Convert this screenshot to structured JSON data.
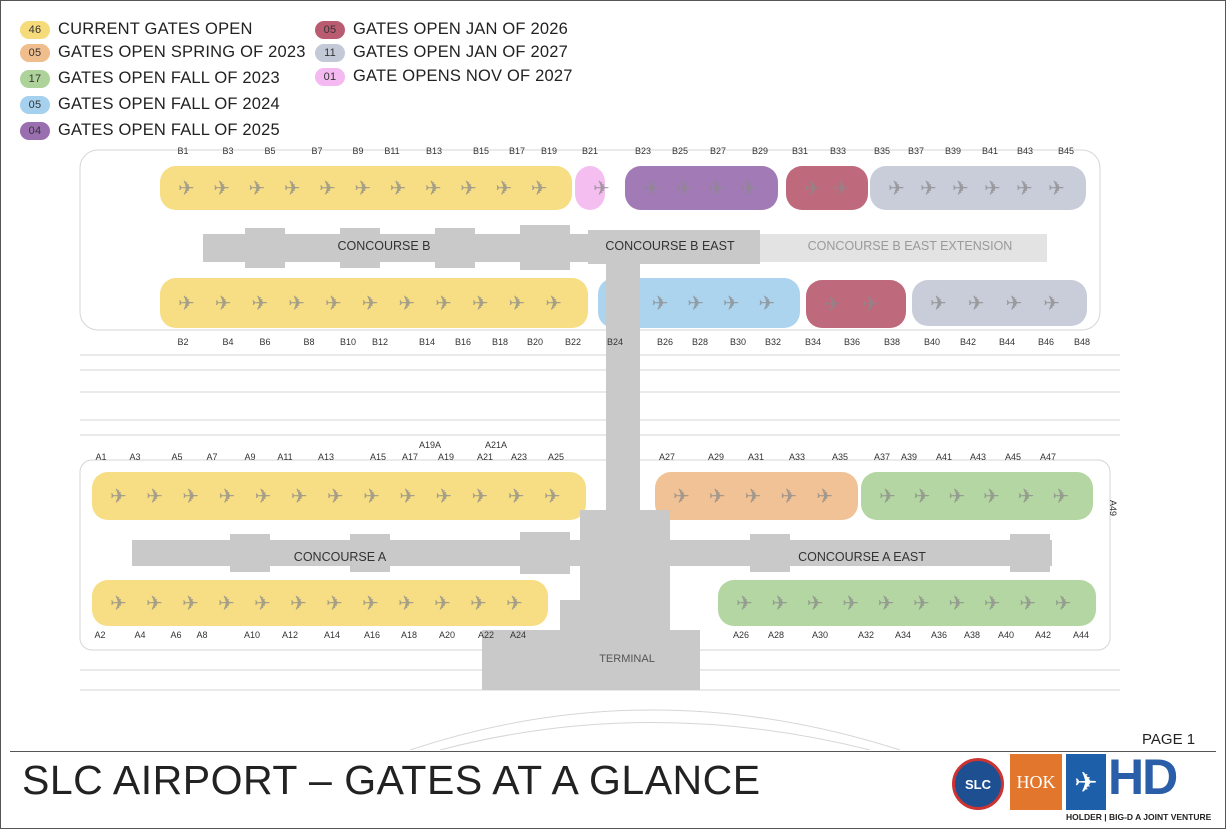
{
  "legend": {
    "items": [
      {
        "count": "46",
        "label": "CURRENT GATES OPEN",
        "color": "#f6db7a"
      },
      {
        "count": "05",
        "label": "GATES OPEN SPRING OF 2023",
        "color": "#f0bd8c"
      },
      {
        "count": "17",
        "label": "GATES OPEN FALL OF 2023",
        "color": "#aed39a"
      },
      {
        "count": "05",
        "label": "GATES OPEN FALL OF 2024",
        "color": "#a5d0ee"
      },
      {
        "count": "04",
        "label": "GATES OPEN FALL OF 2025",
        "color": "#9a6fb0"
      },
      {
        "count": "05",
        "label": "GATES OPEN JAN OF 2026",
        "color": "#b95c71"
      },
      {
        "count": "11",
        "label": "GATES OPEN JAN OF 2027",
        "color": "#c3c9d6"
      },
      {
        "count": "01",
        "label": "GATE OPENS NOV OF 2027",
        "color": "#f3b9f0"
      }
    ]
  },
  "colors": {
    "current": "#f6db7a",
    "spring2023": "#f0bd8c",
    "fall2023": "#aed39a",
    "fall2024": "#a5d0ee",
    "fall2025": "#9a6fb0",
    "jan2026": "#b95c71",
    "jan2027": "#c3c9d6",
    "nov2027": "#f3b9f0",
    "concourse": "#c9c9c9",
    "extension": "#e3e3e3"
  },
  "concourses": {
    "b": "CONCOURSE B",
    "b_east": "CONCOURSE B EAST",
    "b_east_ext": "CONCOURSE B EAST EXTENSION",
    "a": "CONCOURSE A",
    "a_east": "CONCOURSE A EAST",
    "terminal": "TERMINAL"
  },
  "gates": {
    "b_north": [
      "B1",
      "B3",
      "B5",
      "B7",
      "B9",
      "B11",
      "B13",
      "B15",
      "B17",
      "B19",
      "B21",
      "B23",
      "B25",
      "B27",
      "B29",
      "B31",
      "B33",
      "B35",
      "B37",
      "B39",
      "B41",
      "B43",
      "B45"
    ],
    "b_south": [
      "B2",
      "B4",
      "B6",
      "B8",
      "B10",
      "B12",
      "B14",
      "B16",
      "B18",
      "B20",
      "B22",
      "B24",
      "B26",
      "B28",
      "B30",
      "B32",
      "B34",
      "B36",
      "B38",
      "B40",
      "B42",
      "B44",
      "B46",
      "B48"
    ],
    "a_north": [
      "A1",
      "A3",
      "A5",
      "A7",
      "A9",
      "A11",
      "A13",
      "A15",
      "A17",
      "A19",
      "A21",
      "A23",
      "A25",
      "A27",
      "A29",
      "A31",
      "A33",
      "A35",
      "A37",
      "A39",
      "A41",
      "A43",
      "A45",
      "A47"
    ],
    "a_north_upper": [
      "A19A",
      "A21A"
    ],
    "a_east_end": "A49",
    "a_south": [
      "A2",
      "A4",
      "A6",
      "A8",
      "A10",
      "A12",
      "A14",
      "A16",
      "A18",
      "A20",
      "A22",
      "A24",
      "A26",
      "A28",
      "A30",
      "A32",
      "A34",
      "A36",
      "A38",
      "A40",
      "A42",
      "A44"
    ]
  },
  "footer": {
    "title": "SLC AIRPORT – GATES AT A GLANCE",
    "page": "PAGE 1",
    "logo_seal": "SLC",
    "logo_hok": "HOK",
    "logo_hd": "HD",
    "logo_sub": "HOLDER | BIG-D A JOINT VENTURE"
  }
}
